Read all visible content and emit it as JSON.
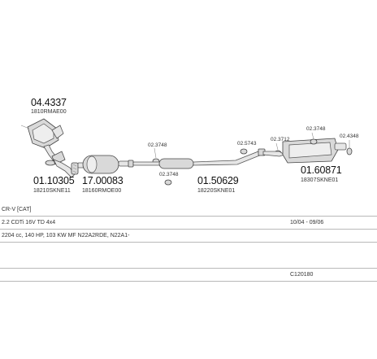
{
  "parts": {
    "p1": {
      "number": "04.4337",
      "oem": "1810RMAE00"
    },
    "p2": {
      "number": "01.10305",
      "oem": "18210SKNE11"
    },
    "p3": {
      "number": "17.00083",
      "oem": "18160RMOE00"
    },
    "p4": {
      "number": "01.50629",
      "oem": "18220SKNE01"
    },
    "p5": {
      "number": "01.60871",
      "oem": "18307SKNE01"
    }
  },
  "fittings": {
    "f1": "02.3748",
    "f2": "02.3748",
    "f3": "02.5743",
    "f4": "02.3712",
    "f5": "02.3748",
    "f6": "02.4348"
  },
  "info": {
    "model": "CR-V [CAT]",
    "engine": "2.2 CDTi 16V TD 4x4",
    "period": "10/04 - 09/06",
    "specs": "2204 cc, 140 HP, 103 KW MF N22A2RDE, N22A1-",
    "code": "C120180"
  }
}
